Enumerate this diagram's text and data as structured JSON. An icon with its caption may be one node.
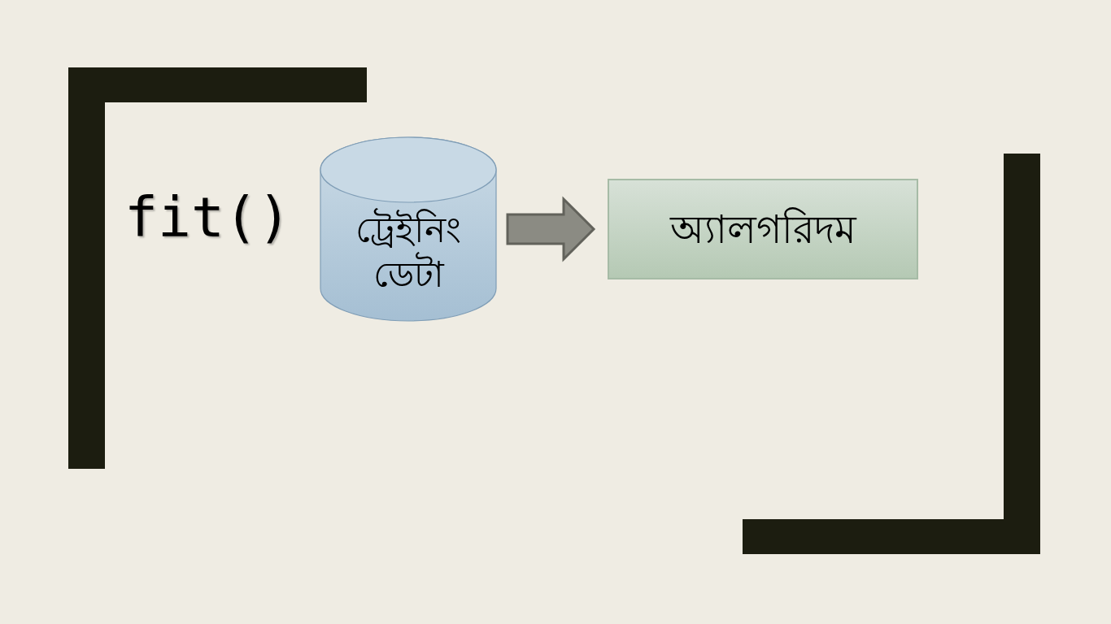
{
  "diagram": {
    "nodes": [
      {
        "text": [
          "ট্রেইনিং ডেটা"
        ]
      },
      {
        "text": [
          "অ্যালগরিদম"
        ]
      }
    ],
    "edges": [
      {
        "from": 0,
        "to": 1,
        "arrow": "to",
        "style": "thick"
      }
    ],
    "labels": [
      "fit()"
    ]
  }
}
